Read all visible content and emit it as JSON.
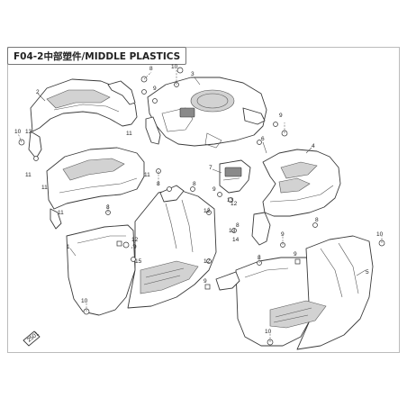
{
  "title": "F04-2中部塑件/MIDDLE PLASTICS",
  "corner_mark": "2501",
  "callouts": {
    "c1": "1",
    "c2": "2",
    "c3": "3",
    "c4": "4",
    "c5": "5",
    "c6": "6",
    "c7": "7",
    "c8a": "8",
    "c8b": "8",
    "c8c": "8",
    "c8d": "8",
    "c8e": "8",
    "c8f": "8",
    "c8g": "8",
    "c9a": "9",
    "c9b": "9",
    "c9c": "9",
    "c9d": "9",
    "c9e": "9",
    "c9f": "9",
    "c9g": "9",
    "c10a": "10",
    "c10b": "10",
    "c10c": "10",
    "c10d": "10",
    "c10e": "10",
    "c11a": "11",
    "c11b": "11",
    "c11c": "11",
    "c11d": "11",
    "c11e": "11",
    "c12a": "12",
    "c12b": "12",
    "c12c": "12",
    "c12d": "12",
    "c13a": "13",
    "c13b": "13",
    "c13c": "13",
    "c14": "14",
    "c15": "15"
  }
}
